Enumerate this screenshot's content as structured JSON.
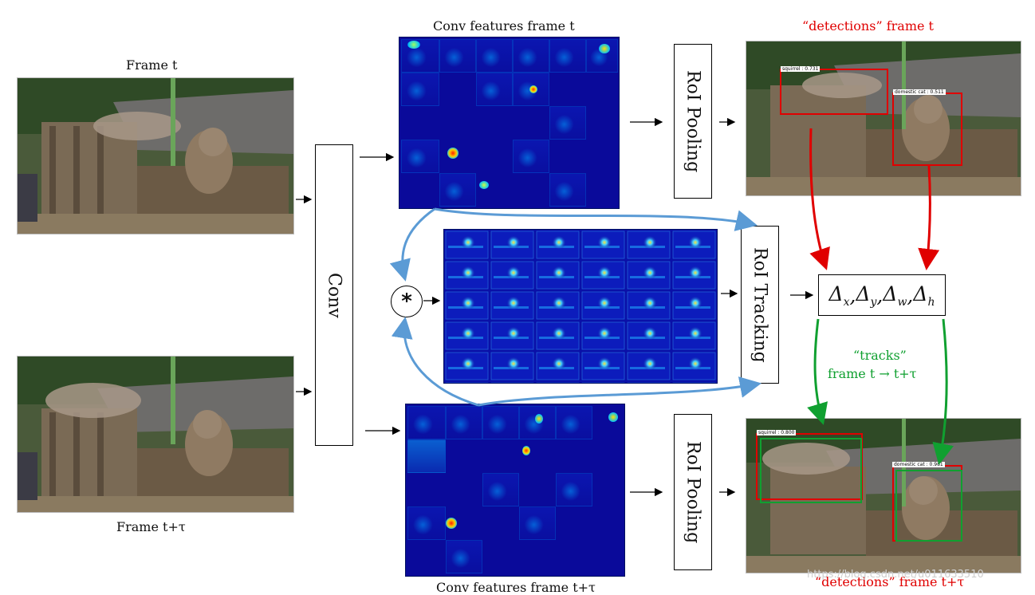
{
  "labels": {
    "frame_t": "Frame t",
    "frame_t_tau": "Frame t+τ",
    "conv": "Conv",
    "conv_features_t": "Conv features frame t",
    "conv_features_t_tau": "Conv features frame t+τ",
    "roi_pooling_top": "RoI Pooling",
    "roi_pooling_bottom": "RoI Pooling",
    "roi_tracking": "RoI Tracking",
    "correlation_op": "*",
    "detections_t": "“detections” frame t",
    "detections_t_tau": "“detections” frame t+τ",
    "tracks_line1": "“tracks”",
    "tracks_line2": "frame t → t+τ",
    "watermark": "https://blog.csdn.net/u011633510"
  },
  "delta": {
    "terms": [
      {
        "sym": "Δ",
        "sub": "x"
      },
      {
        "sym": "Δ",
        "sub": "y"
      },
      {
        "sym": "Δ",
        "sub": "w"
      },
      {
        "sym": "Δ",
        "sub": "h"
      }
    ]
  },
  "detections": {
    "frame_t": [
      {
        "label": "squirrel : 0.731"
      },
      {
        "label": "domestic cat : 0.511"
      }
    ],
    "frame_t_tau": [
      {
        "label": "squirrel : 0.800"
      },
      {
        "label": "domestic cat : 0.981"
      }
    ]
  },
  "colors": {
    "detections": "#e00000",
    "tracks": "#10a030",
    "flow_arrows": "#5b9bd5",
    "feature_bg": "#0a0fa0"
  }
}
